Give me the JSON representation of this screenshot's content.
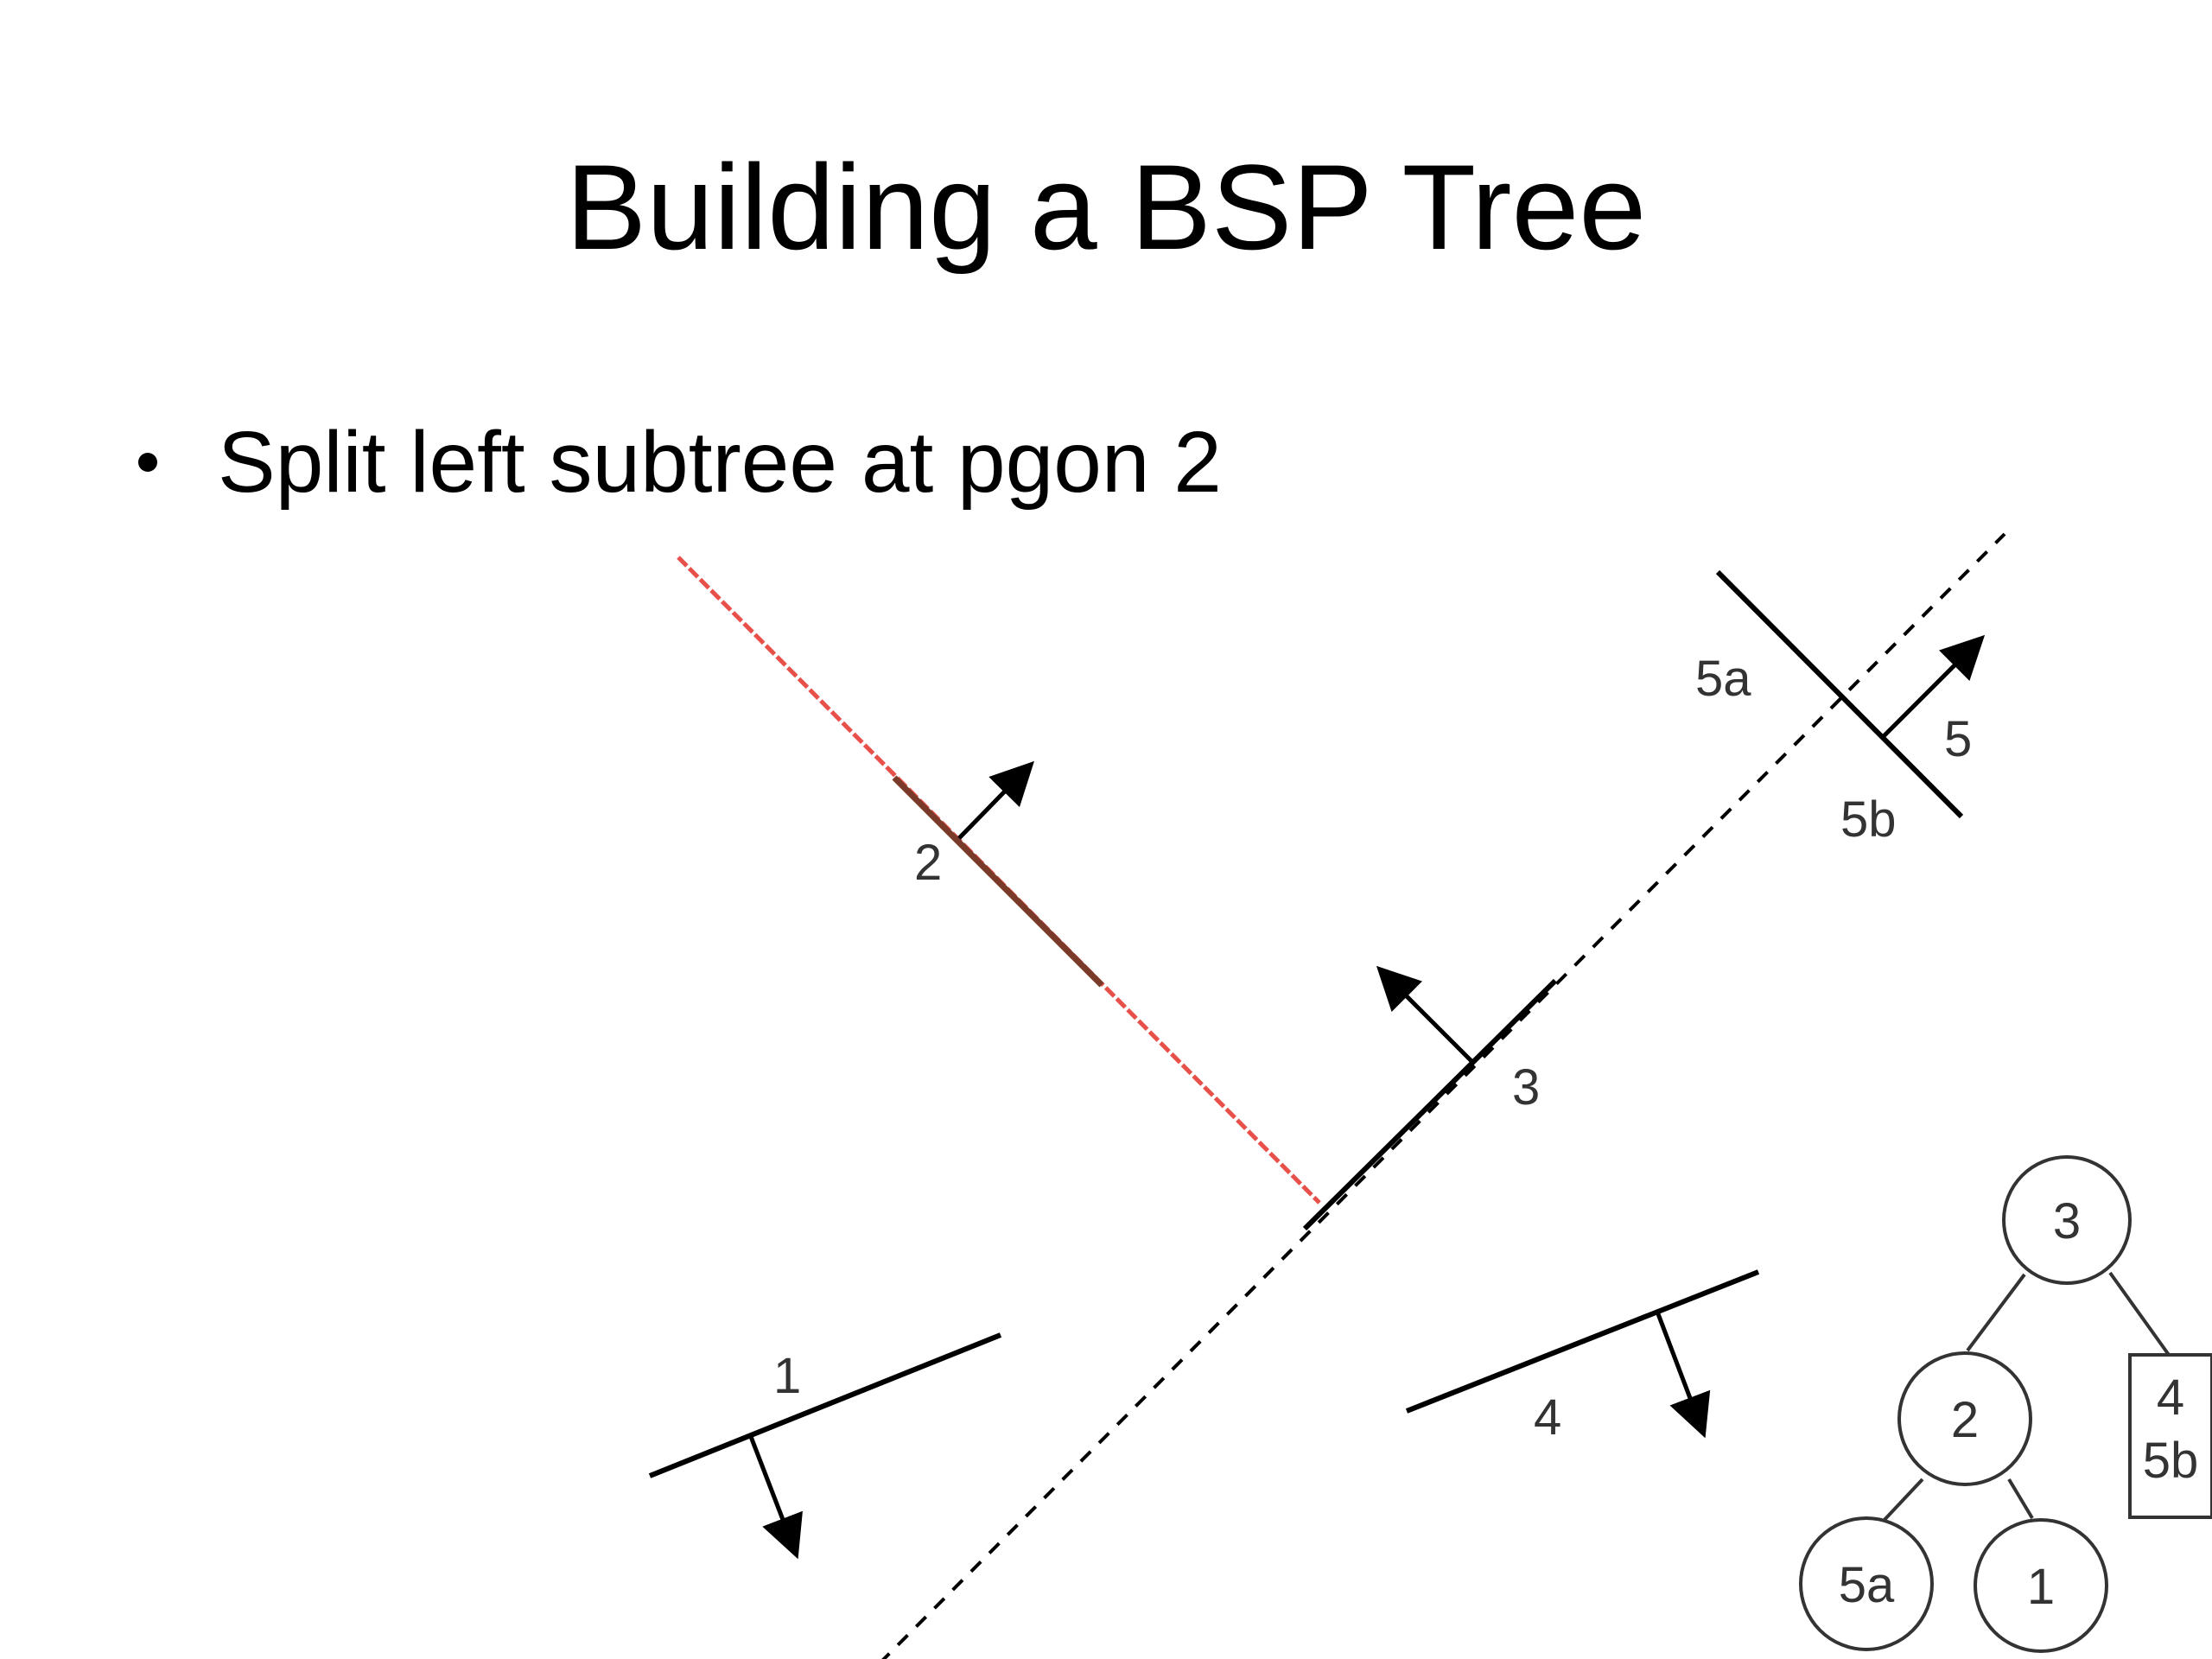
{
  "slide": {
    "title": "Building a BSP Tree",
    "bullet": "Split left subtree at pgon 2"
  },
  "diagram": {
    "segment_labels": {
      "s1": "1",
      "s2": "2",
      "s3": "3",
      "s4": "4",
      "s5": "5",
      "s5a": "5a",
      "s5b": "5b"
    },
    "tree": {
      "root": "3",
      "left": "2",
      "left_left": "5a",
      "left_right": "1",
      "right_leaf_line1": "4",
      "right_leaf_line2": "5b"
    },
    "colors": {
      "split_line": "#e8504a",
      "segment_2": "#7a3a2a",
      "ink": "#000000"
    }
  }
}
